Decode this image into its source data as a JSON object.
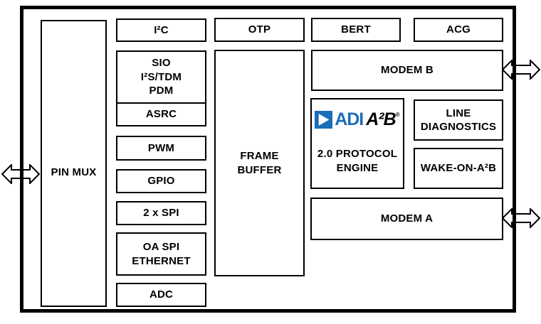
{
  "colors": {
    "adi_blue": "#1C6EB7",
    "line_black": "#000000",
    "background": "#FFFFFF"
  },
  "logo": {
    "adi": "ADI",
    "a2b": "A²B",
    "reg": "®"
  },
  "blocks": {
    "pin_mux": "PIN MUX",
    "i2c": "I²C",
    "sio": "SIO\nI²S/TDM\nPDM",
    "asrc": "ASRC",
    "pwm": "PWM",
    "gpio": "GPIO",
    "spi": "2 x SPI",
    "oa_spi_ethernet": "OA SPI\nETHERNET",
    "adc": "ADC",
    "otp": "OTP",
    "frame_buffer": "FRAME\nBUFFER",
    "bert": "BERT",
    "acg": "ACG",
    "modem_b": "MODEM B",
    "protocol_engine": "2.0 PROTOCOL\nENGINE",
    "line_diagnostics": "LINE\nDIAGNOSTICS",
    "wake_on_a2b": "WAKE-ON-A²B",
    "modem_a": "MODEM A"
  },
  "icons": {
    "left_port_arrow": "bidirectional-horizontal-arrow",
    "modem_b_port_arrow": "bidirectional-horizontal-arrow",
    "modem_a_port_arrow": "bidirectional-horizontal-arrow",
    "adi_logo_icon": "blue-square-white-play-triangle"
  }
}
